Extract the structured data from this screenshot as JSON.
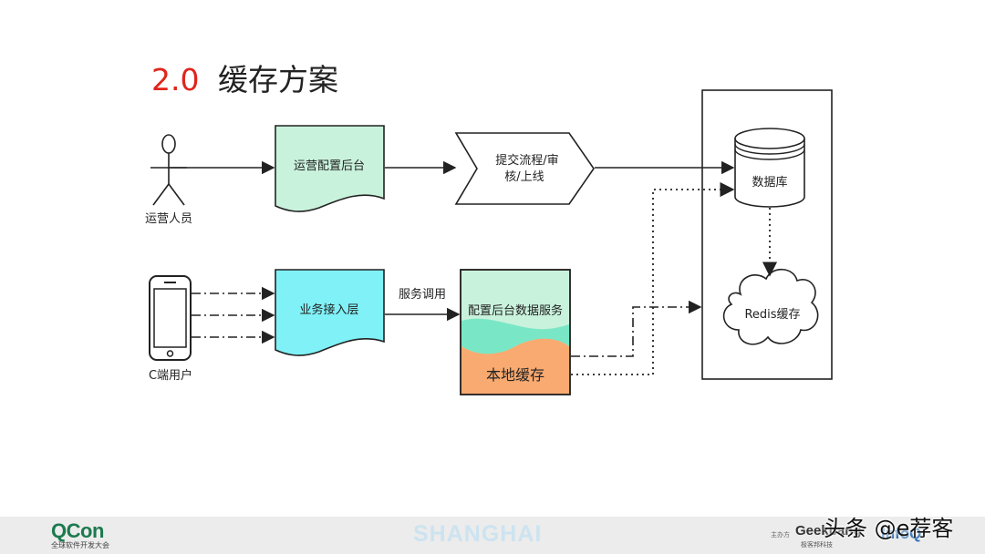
{
  "title": {
    "number": "2.0",
    "text": "缓存方案"
  },
  "nodes": {
    "operator": "运营人员",
    "c_user": "C端用户",
    "ops_backend": "运营配置后台",
    "review_flow_line1": "提交流程/审",
    "review_flow_line2": "核/上线",
    "database": "数据库",
    "access_layer": "业务接入层",
    "config_service": "配置后台数据服务",
    "local_cache": "本地缓存",
    "redis": "Redis缓存"
  },
  "edges": {
    "service_call": "服务调用"
  },
  "colors": {
    "title_accent": "#e0251b",
    "ops_backend_fill": "#c9f2dc",
    "access_layer_fill": "#7ff1f7",
    "config_service_fill": "#c9f2dc",
    "config_service_wave": "#5ee3bd",
    "local_cache_fill": "#f9aa70"
  },
  "footer": {
    "brand": "QCon",
    "brand_sub": "全球软件开发大会",
    "city": "SHANGHAI",
    "sponsor_label": "主办方",
    "sponsor_geek": "Geekbang",
    "sponsor_geek_sub": "极客邦科技",
    "sponsor_infoq": "InfoQ",
    "watermark": "头条 @e荐客"
  }
}
